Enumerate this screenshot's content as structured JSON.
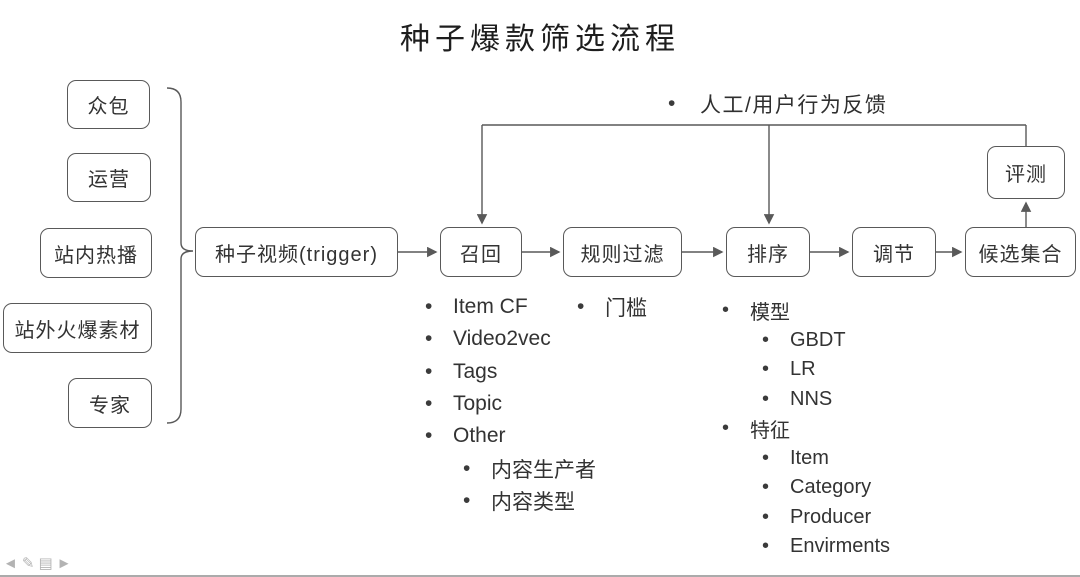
{
  "title": "种子爆款筛选流程",
  "sources": {
    "items": [
      "众包",
      "运营",
      "站内热播",
      "站外火爆素材",
      "专家"
    ]
  },
  "flow": {
    "trigger": "种子视频(trigger)",
    "recall": "召回",
    "rule_filter": "规则过滤",
    "rank": "排序",
    "adjust": "调节",
    "candidates": "候选集合",
    "evaluation": "评测"
  },
  "feedback_label": "人工/用户行为反馈",
  "recall_methods": {
    "items": [
      "Item CF",
      "Video2vec",
      "Tags",
      "Topic",
      "Other"
    ],
    "sub_items": [
      "内容生产者",
      "内容类型"
    ]
  },
  "rule_criteria": {
    "items": [
      "门槛"
    ]
  },
  "ranking": {
    "model_label": "模型",
    "models": [
      "GBDT",
      "LR",
      "NNS"
    ],
    "feature_label": "特征",
    "features": [
      "Item",
      "Category",
      "Producer",
      "Envirments"
    ]
  },
  "footer": {
    "icons": [
      {
        "name": "back-arrow",
        "glyph": "◄"
      },
      {
        "name": "pen",
        "glyph": "✎"
      },
      {
        "name": "slide-menu",
        "glyph": "▤"
      },
      {
        "name": "forward-arrow",
        "glyph": "►"
      }
    ]
  },
  "colors": {
    "line": "#595959",
    "text": "#333333",
    "footer_icon": "#b3b3b3",
    "background": "#ffffff"
  }
}
